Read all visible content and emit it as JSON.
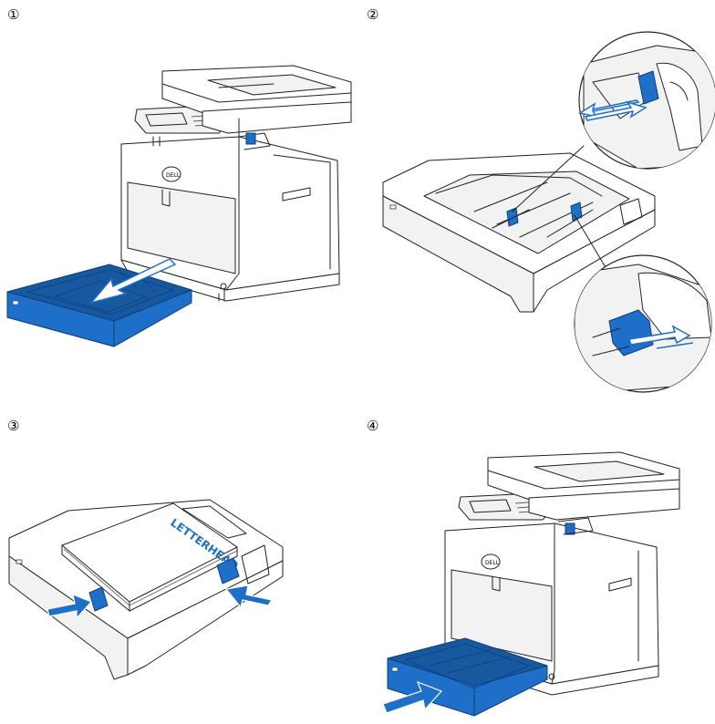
{
  "steps": [
    {
      "number": "①"
    },
    {
      "number": "②"
    },
    {
      "number": "③"
    },
    {
      "number": "④"
    }
  ],
  "tray_label": "LETTERHEAD",
  "colors": {
    "accent_blue": "#1e6fc8",
    "line": "#222222",
    "background": "#ffffff"
  },
  "icons": [
    "printer-illustration",
    "paper-tray-illustration",
    "slide-arrow",
    "guide-squeeze-arrows",
    "zoom-callout"
  ]
}
